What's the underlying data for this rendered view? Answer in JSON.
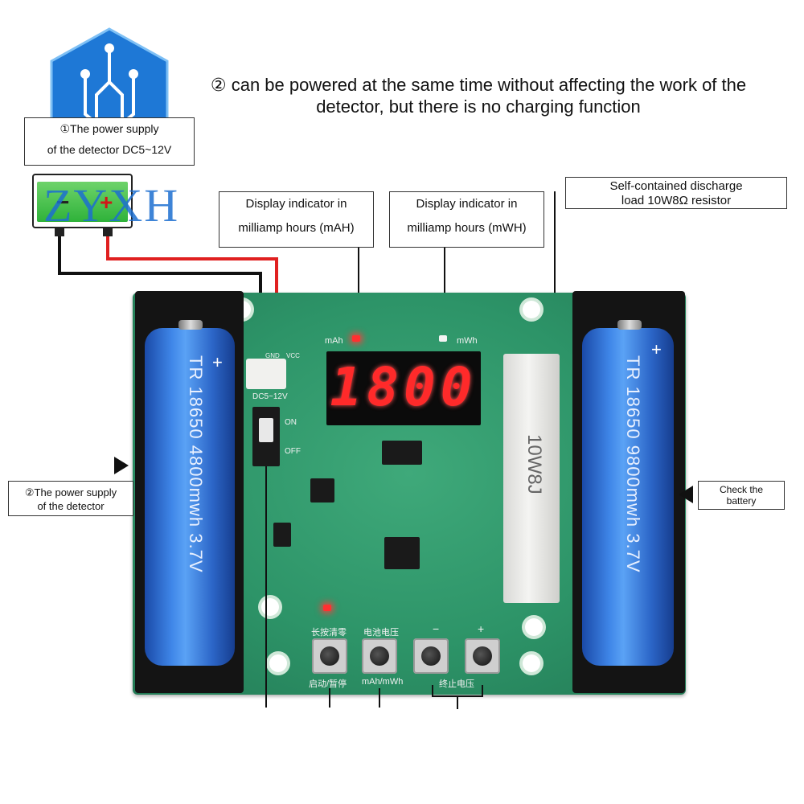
{
  "headline": {
    "line1": "② can be powered at the same time without affecting the work of the",
    "line2": "detector, but there is no charging function"
  },
  "callouts": {
    "power_input": {
      "line1": "①The power supply",
      "line2": "of the detector DC5~12V"
    },
    "mah_indicator": {
      "line1": "Display indicator in",
      "line2": "milliamp hours (mAH)"
    },
    "mwh_indicator": {
      "line1": "Display indicator in",
      "line2": "milliamp hours (mWH)"
    },
    "load_resistor": {
      "line1": "Self-contained discharge",
      "line2": "load 10W8Ω resistor"
    },
    "battery_supply": {
      "line1": "②The power supply",
      "line2": "of the detector"
    },
    "check_battery": {
      "line1": "Check the",
      "line2": "battery"
    }
  },
  "watermark": "ZYXH",
  "power_source": {
    "minus": "−",
    "plus": "+"
  },
  "display": {
    "reading": "1800"
  },
  "board": {
    "connector_label": "DC5~12V",
    "gnd": "GND",
    "vcc": "VCC",
    "switch_on": "ON",
    "switch_off": "OFF",
    "mah_led": "mAh",
    "mwh_led": "mWh",
    "resistor_label": "10W8J",
    "btn1_label_top": "长按清零",
    "btn1_label_bottom": "启动/暂停",
    "btn2_label_top": "电池电压",
    "btn2_label_bottom": "mAh/mWh",
    "btn3_minus": "−",
    "btn4_plus": "+",
    "btn34_label_bottom": "终止电压"
  },
  "battery_left": {
    "text": "TR 18650 4800mwh 3.7V",
    "polarity": "+"
  },
  "battery_right": {
    "text": "TR 18650 9800mwh 3.7V",
    "polarity": "+"
  },
  "colors": {
    "pcb": "#2d9468",
    "battery": "#3f86e8",
    "display_digits": "#ff2a2a",
    "wire_red": "#e02020"
  }
}
